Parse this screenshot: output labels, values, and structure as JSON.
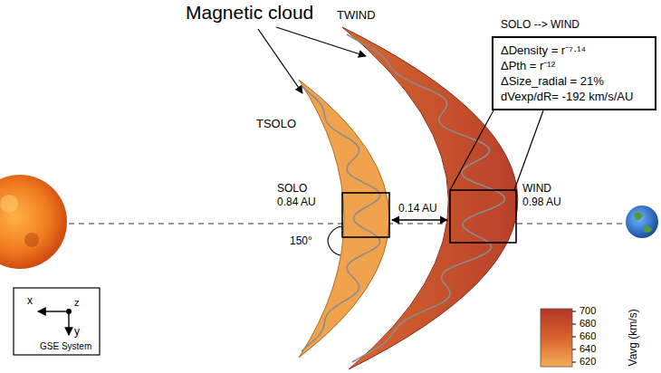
{
  "diagram": {
    "nodes": [
      {
        "text": [
          "SOLO --> WIND",
          "ΔDensity = r⁻⁷·¹⁴",
          "ΔPth = r⁻¹²",
          "ΔSize_radial = 21%",
          "dVexp/dR= -192 km/s/AU"
        ]
      }
    ],
    "labels": [
      "Magnetic cloud",
      "TSOLO",
      "TWIND",
      "SOLO",
      "0.84 AU",
      "0.14 AU",
      "WIND",
      "0.98 AU",
      "150°",
      "700",
      "680",
      "660",
      "640",
      "620",
      "Vavg (km/s)",
      "x",
      "z",
      "y",
      "GSE System"
    ]
  }
}
